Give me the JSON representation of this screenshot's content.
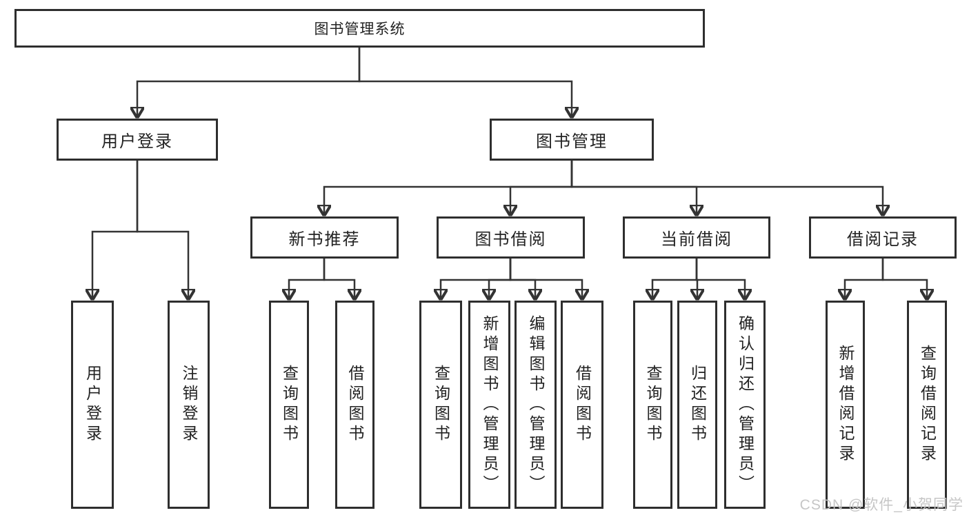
{
  "diagram": {
    "root": {
      "label": "图书管理系统"
    },
    "branches": [
      {
        "label": "用户登录",
        "children": [
          {
            "label": "用户登录"
          },
          {
            "label": "注销登录"
          }
        ]
      },
      {
        "label": "图书管理",
        "children": [
          {
            "label": "新书推荐",
            "children": [
              {
                "label": "查询图书"
              },
              {
                "label": "借阅图书"
              }
            ]
          },
          {
            "label": "图书借阅",
            "children": [
              {
                "label": "查询图书"
              },
              {
                "label": "新增图书（管理员）"
              },
              {
                "label": "编辑图书（管理员）"
              },
              {
                "label": "借阅图书"
              }
            ]
          },
          {
            "label": "当前借阅",
            "children": [
              {
                "label": "查询图书"
              },
              {
                "label": "归还图书"
              },
              {
                "label": "确认归还（管理员）"
              }
            ]
          },
          {
            "label": "借阅记录",
            "children": [
              {
                "label": "新增借阅记录"
              },
              {
                "label": "查询借阅记录"
              }
            ]
          }
        ]
      }
    ],
    "watermark": "CSDN @软件_小贺同学",
    "colors": {
      "box_border": "#2e2e2e",
      "line": "#333333",
      "text": "#222222",
      "watermark": "#c4c4c4",
      "background": "#ffffff"
    }
  }
}
